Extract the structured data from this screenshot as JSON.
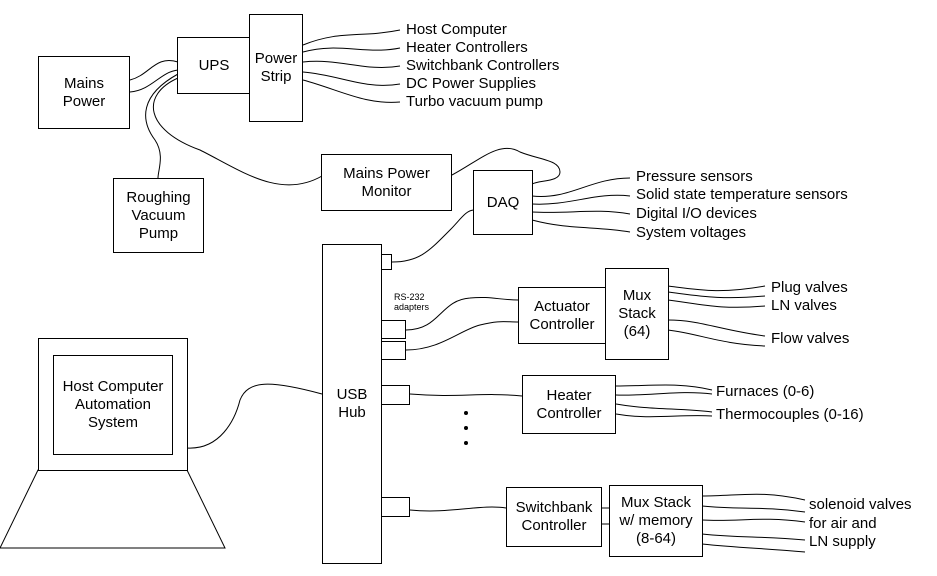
{
  "boxes": {
    "mains_power": "Mains\nPower",
    "ups": "UPS",
    "power_strip": "Power\nStrip",
    "roughing_pump": "Roughing\nVacuum\nPump",
    "mains_monitor": "Mains Power\nMonitor",
    "daq": "DAQ",
    "usb_hub": "USB\nHub",
    "host_computer": "Host Computer\nAutomation\nSystem",
    "actuator": "Actuator\nController",
    "mux_stack": "Mux\nStack\n(64)",
    "heater": "Heater\nController",
    "switchbank": "Switchbank\nController",
    "mux_memory": "Mux Stack\nw/ memory\n(8-64)"
  },
  "labels": {
    "power_strip_outputs": [
      "Host Computer",
      "Heater Controllers",
      "Switchbank Controllers",
      "DC Power Supplies",
      "Turbo vacuum pump"
    ],
    "daq_outputs": [
      "Pressure sensors",
      "Solid state temperature sensors",
      "Digital I/O devices",
      "System voltages"
    ],
    "mux_outputs": [
      "Plug valves",
      "LN valves",
      "Flow valves"
    ],
    "heater_outputs": [
      "Furnaces (0-6)",
      "Thermocouples (0-16)"
    ],
    "switchbank_outputs": [
      "solenoid valves",
      "for air and",
      "LN supply"
    ],
    "rs232": "RS-232\nadapters"
  }
}
